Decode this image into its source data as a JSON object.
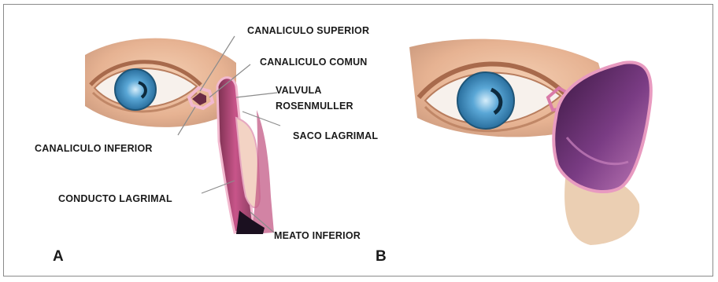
{
  "labels": {
    "canaliculo_superior": "CANALICULO SUPERIOR",
    "canaliculo_comun": "CANALICULO COMUN",
    "valvula_line1": "VALVULA",
    "valvula_line2": "ROSENMULLER",
    "saco_lagrimal": "SACO LAGRIMAL",
    "canaliculo_inferior": "CANALICULO INFERIOR",
    "conducto_lagrimal": "CONDUCTO LAGRIMAL",
    "meato_inferior": "MEATO INFERIOR"
  },
  "panels": {
    "a": "A",
    "b": "B"
  },
  "colors": {
    "skin": "#e9b48f",
    "skin_shadow": "#c98e6c",
    "iris": "#5aa7d6",
    "iris_dark": "#2a6f9e",
    "sac_pink": "#d97aa8",
    "sac_inner": "#8a3d86",
    "duct_outline": "#f2b9cf"
  }
}
